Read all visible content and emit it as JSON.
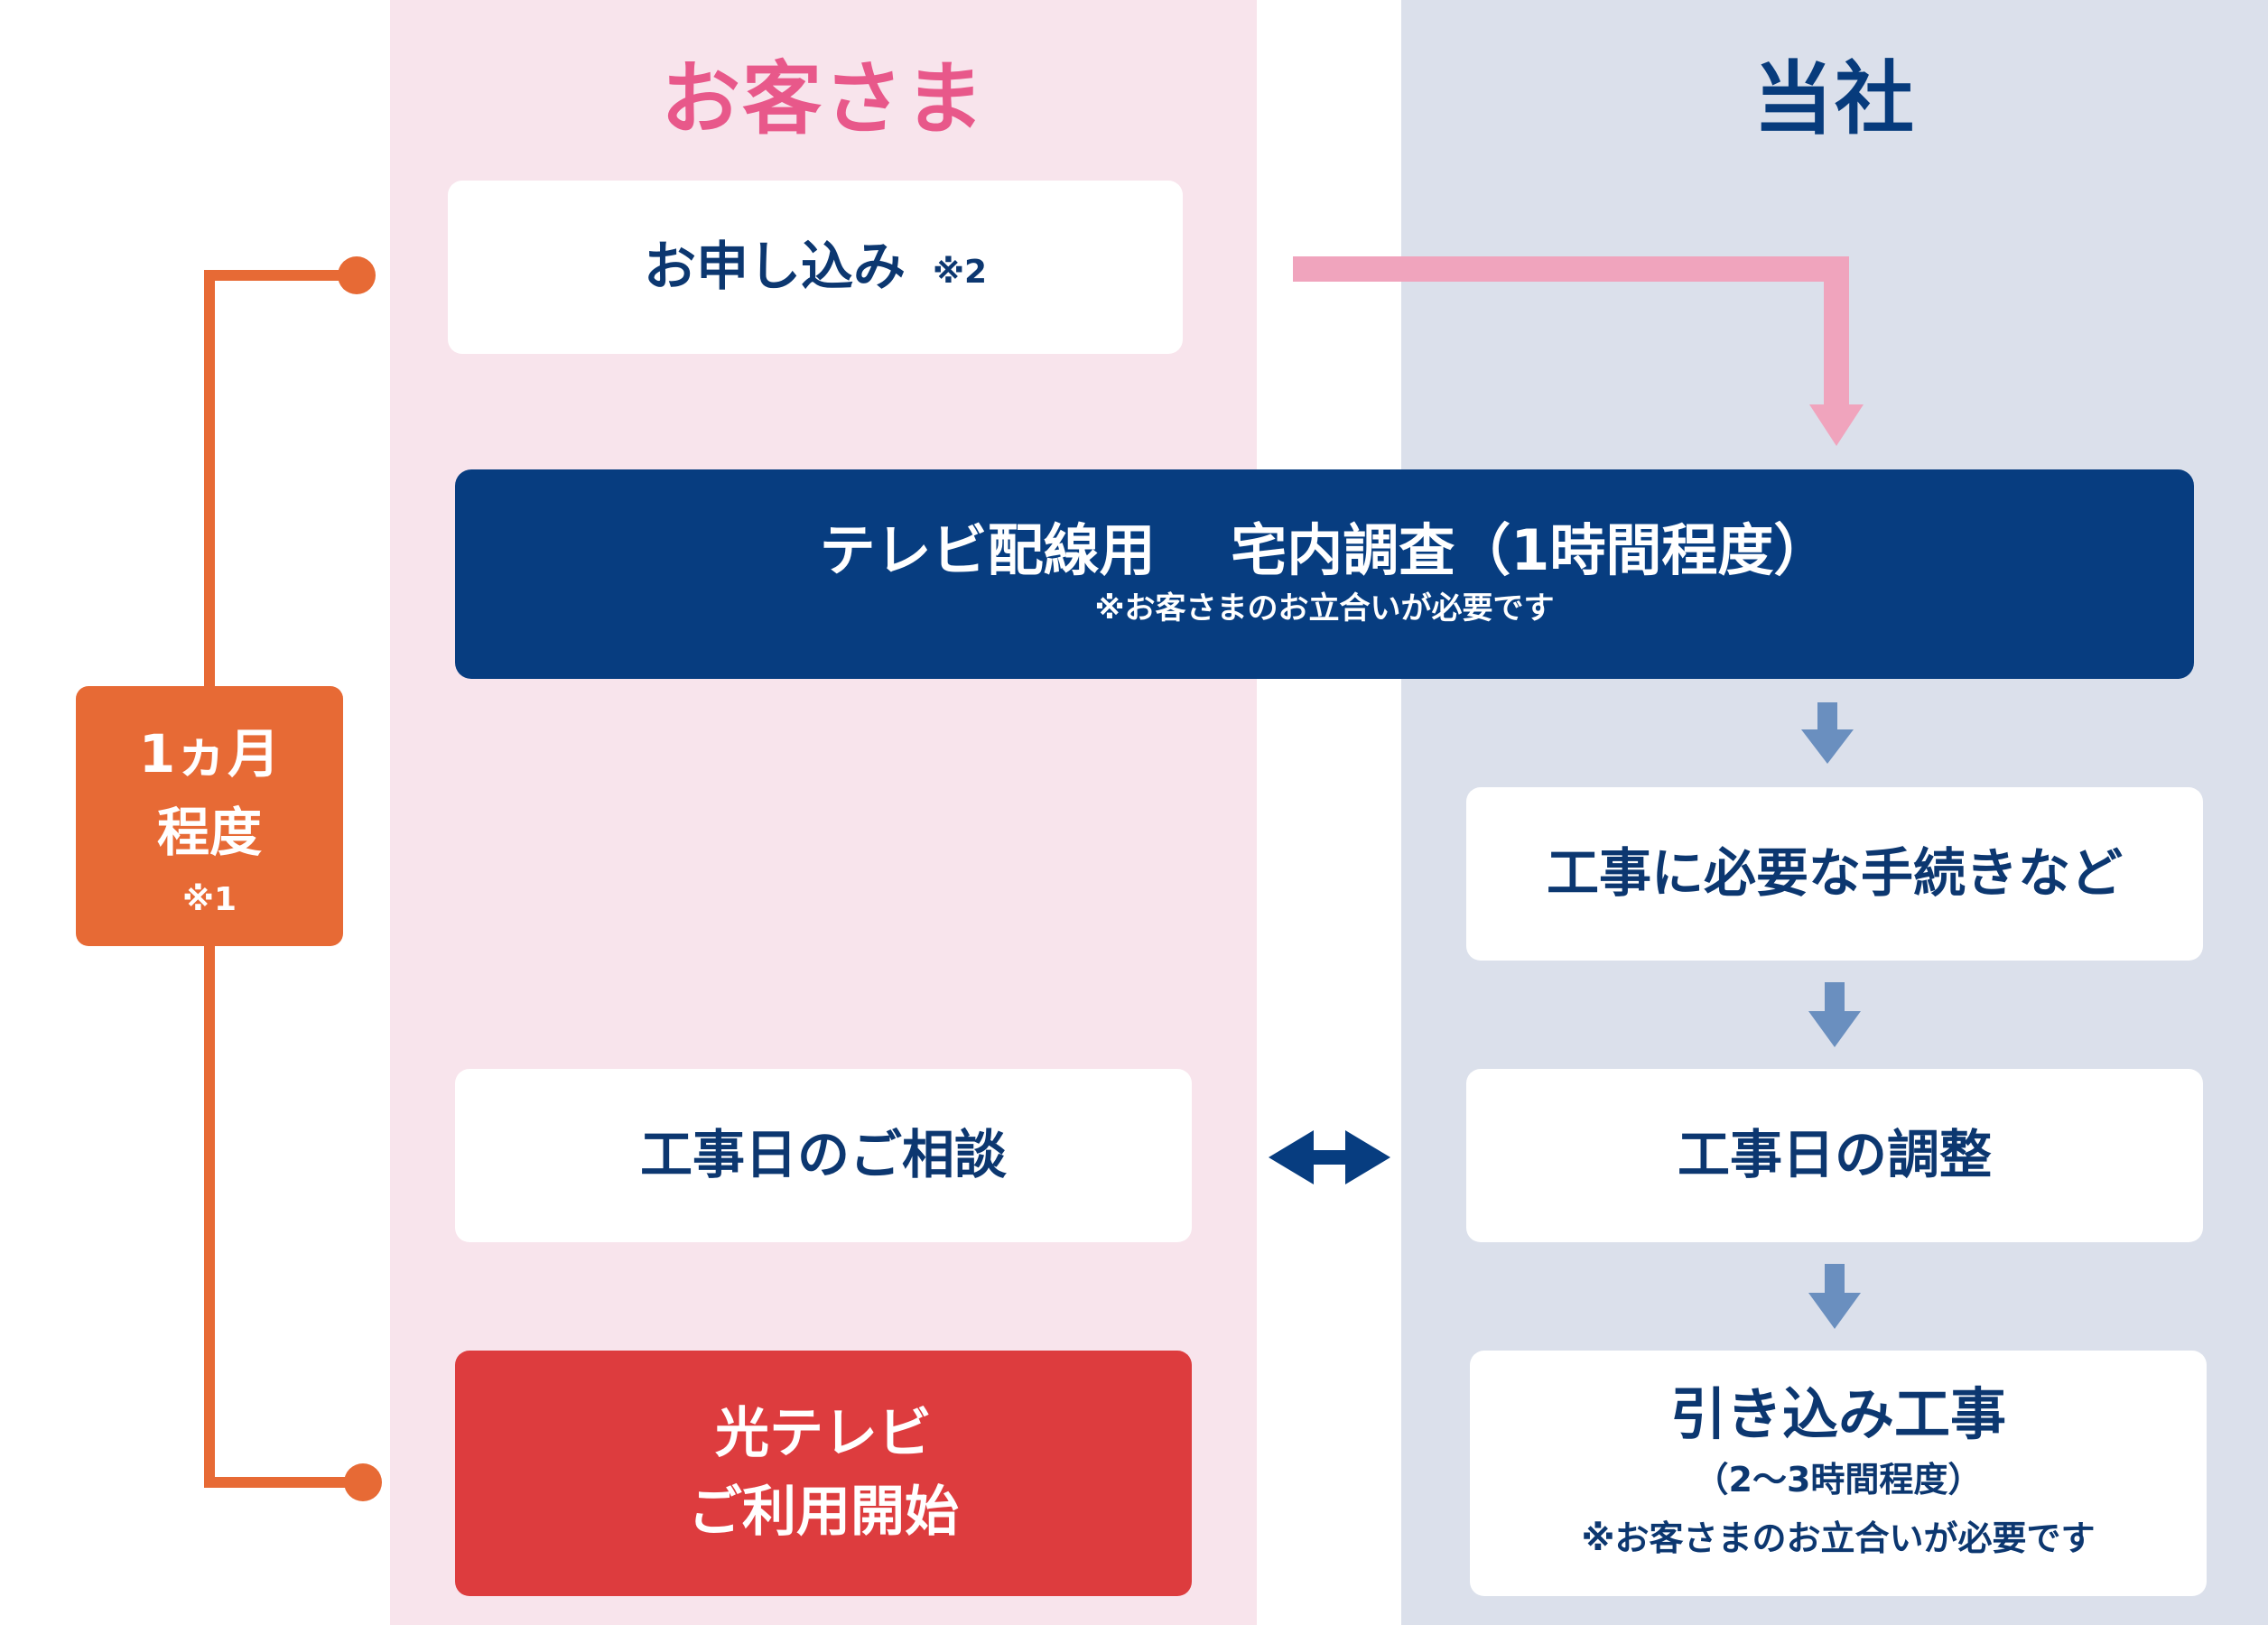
{
  "columns": {
    "customer": {
      "title": "お客さま"
    },
    "company": {
      "title": "当社"
    }
  },
  "period": {
    "line1": "1ヵ月",
    "line2": "程度",
    "note": "※1"
  },
  "steps": {
    "apply": {
      "label": "お申し込み",
      "note": "※2"
    },
    "survey": {
      "label": "テレビ配線用　 宅内調査（1時間程度）",
      "note": "※お客さまのお立合いが必要です"
    },
    "procedures": {
      "label": "工事に必要な手続きなど"
    },
    "consult": {
      "label": "工事日のご相談"
    },
    "adjust": {
      "label": "工事日の調整"
    },
    "start": {
      "line1": "光テレビ",
      "line2": "ご利用開始"
    },
    "wiring": {
      "label": "引き込み工事",
      "duration": "（2〜3時間程度）",
      "note": "※お客さまのお立合いが必要です"
    }
  },
  "colors": {
    "customer_bg": "#f8e4ec",
    "company_bg": "#dbe0eb",
    "customer_title": "#e8588a",
    "navy": "#073d80",
    "orange": "#e76a35",
    "red": "#dd3c3e",
    "pink_arrow": "#f0a4bd",
    "steel_arrow": "#6a8fbf"
  }
}
